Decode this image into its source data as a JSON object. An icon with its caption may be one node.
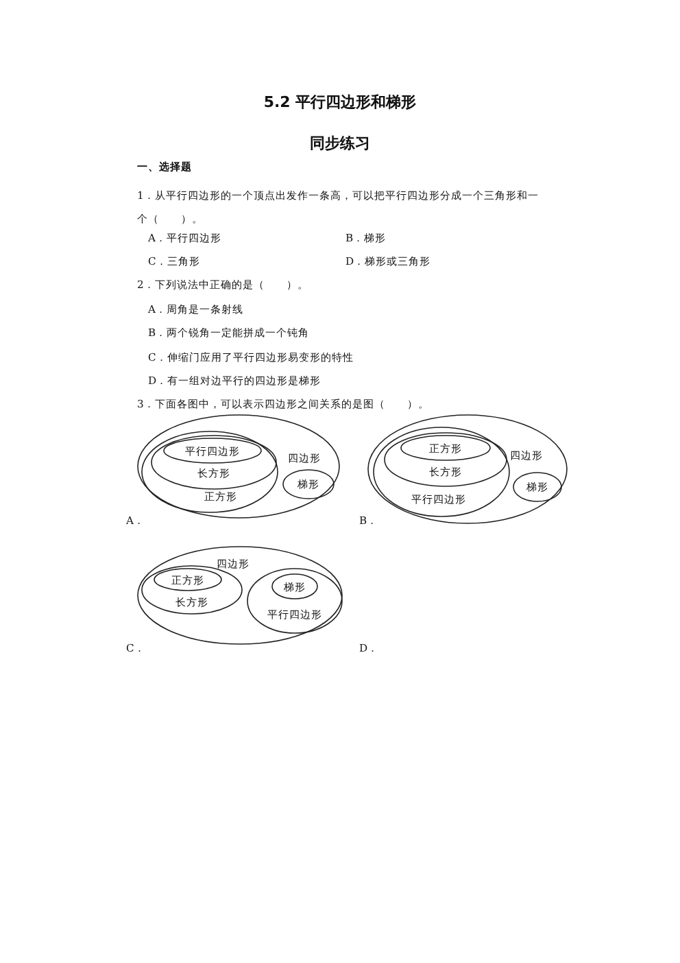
{
  "diagram": {
    "title": "5.2 平行四边形和梯形",
    "nodes": [
      {
        "text": [
          "四边形"
        ]
      },
      {
        "text": [
          "正方形"
        ],
        "in": 0
      },
      {
        "text": [
          "长方形"
        ],
        "in": 1
      },
      {
        "text": [
          "平行四边形"
        ],
        "in": 2
      },
      {
        "text": [
          "梯形"
        ],
        "in": 0
      },
      {
        "text": [
          "四边形"
        ]
      },
      {
        "text": [
          "平行四边形"
        ],
        "in": 5
      },
      {
        "text": [
          "长方形"
        ],
        "in": 6
      },
      {
        "text": [
          "正方形"
        ],
        "in": 7
      },
      {
        "text": [
          "梯形"
        ],
        "in": 5
      },
      {
        "text": [
          "四边形"
        ]
      },
      {
        "text": [
          "长方形"
        ],
        "in": 10
      },
      {
        "text": [
          "正方形"
        ],
        "in": 11
      },
      {
        "text": [
          "平行四边形"
        ],
        "in": 10
      },
      {
        "text": [
          "梯形"
        ],
        "in": 13
      }
    ],
    "edges": [],
    "labels": [
      "同步练习",
      "一、选择题",
      "1．从平行四边形的一个顶点出发作一条高，可以把平行四边形分成一个三角形和一个（　　）。",
      "A．平行四边形",
      "B．梯形",
      "C．三角形",
      "D．梯形或三角形",
      "2．下列说法中正确的是（　　）。",
      "A．周角是一条射线",
      "B．两个锐角一定能拼成一个钝角",
      "C．伸缩门应用了平行四边形易变形的特性",
      "D．有一组对边平行的四边形是梯形",
      "3．下面各图中，可以表示四边形之间关系的是图（　　）。",
      "A．",
      "B．",
      "C．",
      "D．"
    ]
  }
}
